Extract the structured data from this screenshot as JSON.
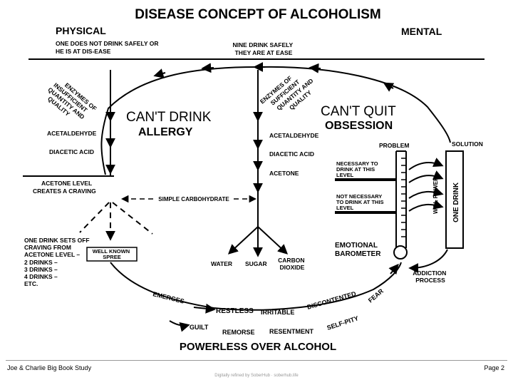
{
  "title": "DISEASE CONCEPT OF ALCOHOLISM",
  "physical": "PHYSICAL",
  "mental": "MENTAL",
  "not_safe": [
    "ONE DOES NOT DRINK SAFELY OR",
    "HE IS AT DIS-EASE"
  ],
  "safe": [
    "NINE DRINK SAFELY",
    "THEY ARE AT EASE"
  ],
  "left_enzymes": [
    "ENZYMES OF",
    "INSUFFICIENT",
    "QUANTITY AND",
    "QUALITY"
  ],
  "right_enzymes": [
    "ENZYMES OF",
    "SUFFICIENT",
    "QUANTITY AND",
    "QUALITY"
  ],
  "cant_drink": "CAN'T DRINK",
  "allergy": "ALLERGY",
  "cant_quit": "CAN'T QUIT",
  "obsession": "OBSESSION",
  "left_chain": [
    "ACETALDEHYDE",
    "DIACETIC ACID"
  ],
  "acetone_level": [
    "ACETONE LEVEL",
    "CREATES A CRAVING"
  ],
  "simple_carb": "SIMPLE CARBOHYDRATE",
  "right_chain": [
    "ACETALDEHYDE",
    "DIACETIC ACID",
    "ACETONE"
  ],
  "products": [
    "WATER",
    "SUGAR"
  ],
  "carbon_dioxide": [
    "CARBON",
    "DIOXIDE"
  ],
  "one_drink_sets": [
    "ONE DRINK SETS OFF",
    "CRAVING FROM",
    "ACETONE LEVEL –",
    "2 DRINKS –",
    "3 DRINKS –",
    "4 DRINKS –",
    "ETC."
  ],
  "spree": [
    "WELL KNOWN",
    "SPREE"
  ],
  "problem": "PROBLEM",
  "solution": "SOLUTION",
  "necessary": [
    "NECESSARY TO",
    "DRINK AT THIS",
    "LEVEL"
  ],
  "not_necessary": [
    "NOT NECESSARY",
    "TO DRINK AT THIS",
    "LEVEL"
  ],
  "will_power": "WILL POWER",
  "one_drink": "ONE DRINK",
  "barometer": [
    "EMOTIONAL",
    "BAROMETER"
  ],
  "addiction": [
    "ADDICTION",
    "PROCESS"
  ],
  "emerges": "EMERGES",
  "restless": "RESTLESS",
  "irritable": "IRRITABLE",
  "discontented": "DISCONTENTED",
  "fear": "FEAR",
  "guilt": "GUILT",
  "remorse": "REMORSE",
  "resentment": "RESENTMENT",
  "self_pity": "SELF-PITY",
  "powerless": "POWERLESS OVER ALCOHOL",
  "footer": {
    "left": "Joe & Charlie Big Book Study",
    "right": "Page 2",
    "credit": "Digitally refined by SoberHub · soberhub.life"
  },
  "colors": {
    "ink": "#000000",
    "paper": "#ffffff",
    "footer_rule": "#999999"
  }
}
